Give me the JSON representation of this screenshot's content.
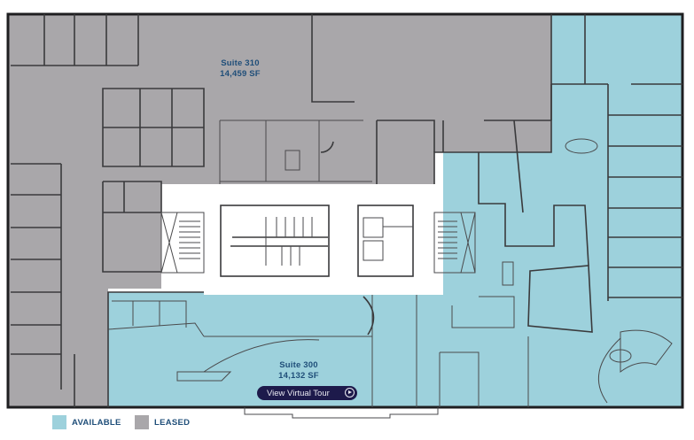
{
  "colors": {
    "available": "#9dd1dc",
    "leased": "#a9a7aa",
    "core": "#ffffff",
    "label_text": "#1f4e79",
    "button_bg": "#1d1a4b"
  },
  "suites": [
    {
      "name": "Suite 310",
      "area": "14,459 SF",
      "status": "leased"
    },
    {
      "name": "Suite 300",
      "area": "14,132 SF",
      "status": "available"
    }
  ],
  "tour_button": {
    "label": "View Virtual Tour",
    "icon": "play-circle-icon"
  },
  "legend": [
    {
      "label": "AVAILABLE",
      "color": "#9dd1dc"
    },
    {
      "label": "LEASED",
      "color": "#a9a7aa"
    }
  ]
}
